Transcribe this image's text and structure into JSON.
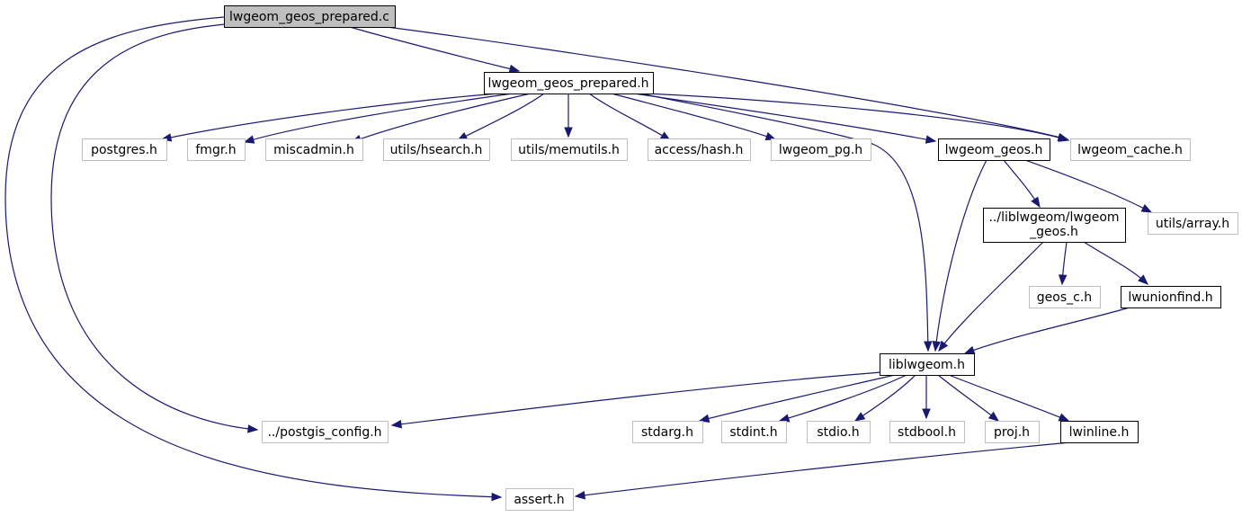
{
  "diagram": {
    "title": "",
    "colors": {
      "edge": "#191970",
      "root_fill": "#bfbfbf",
      "documented_border": "#000000",
      "undocumented_border": "#bfbfbf",
      "background": "#ffffff"
    },
    "nodes": [
      {
        "id": "root",
        "label": "lwgeom_geos_prepared.c",
        "kind": "root"
      },
      {
        "id": "prep_h",
        "label": "lwgeom_geos_prepared.h",
        "kind": "documented"
      },
      {
        "id": "postgres",
        "label": "postgres.h",
        "kind": "external"
      },
      {
        "id": "fmgr",
        "label": "fmgr.h",
        "kind": "external"
      },
      {
        "id": "miscadmin",
        "label": "miscadmin.h",
        "kind": "external"
      },
      {
        "id": "hsearch",
        "label": "utils/hsearch.h",
        "kind": "external"
      },
      {
        "id": "memutils",
        "label": "utils/memutils.h",
        "kind": "external"
      },
      {
        "id": "hash",
        "label": "access/hash.h",
        "kind": "external"
      },
      {
        "id": "pg",
        "label": "lwgeom_pg.h",
        "kind": "external"
      },
      {
        "id": "geos",
        "label": "lwgeom_geos.h",
        "kind": "documented"
      },
      {
        "id": "cache",
        "label": "lwgeom_cache.h",
        "kind": "external"
      },
      {
        "id": "libgeos",
        "label": "../liblwgeom/lwgeom_geos.h",
        "kind": "documented",
        "lines": [
          "../liblwgeom/lwgeom",
          "_geos.h"
        ]
      },
      {
        "id": "array",
        "label": "utils/array.h",
        "kind": "external"
      },
      {
        "id": "geosc",
        "label": "geos_c.h",
        "kind": "external"
      },
      {
        "id": "unionfind",
        "label": "lwunionfind.h",
        "kind": "documented"
      },
      {
        "id": "liblwgeom",
        "label": "liblwgeom.h",
        "kind": "documented"
      },
      {
        "id": "config",
        "label": "../postgis_config.h",
        "kind": "external"
      },
      {
        "id": "stdarg",
        "label": "stdarg.h",
        "kind": "external"
      },
      {
        "id": "stdint",
        "label": "stdint.h",
        "kind": "external"
      },
      {
        "id": "stdio",
        "label": "stdio.h",
        "kind": "external"
      },
      {
        "id": "stdbool",
        "label": "stdbool.h",
        "kind": "external"
      },
      {
        "id": "proj",
        "label": "proj.h",
        "kind": "external"
      },
      {
        "id": "lwinline",
        "label": "lwinline.h",
        "kind": "documented"
      },
      {
        "id": "assert",
        "label": "assert.h",
        "kind": "external"
      }
    ],
    "edges": [
      {
        "from": "root",
        "to": "prep_h"
      },
      {
        "from": "root",
        "to": "cache"
      },
      {
        "from": "root",
        "to": "config"
      },
      {
        "from": "root",
        "to": "assert"
      },
      {
        "from": "prep_h",
        "to": "postgres"
      },
      {
        "from": "prep_h",
        "to": "fmgr"
      },
      {
        "from": "prep_h",
        "to": "miscadmin"
      },
      {
        "from": "prep_h",
        "to": "hsearch"
      },
      {
        "from": "prep_h",
        "to": "memutils"
      },
      {
        "from": "prep_h",
        "to": "hash"
      },
      {
        "from": "prep_h",
        "to": "pg"
      },
      {
        "from": "prep_h",
        "to": "geos"
      },
      {
        "from": "prep_h",
        "to": "cache"
      },
      {
        "from": "prep_h",
        "to": "liblwgeom"
      },
      {
        "from": "geos",
        "to": "libgeos"
      },
      {
        "from": "geos",
        "to": "array"
      },
      {
        "from": "geos",
        "to": "liblwgeom"
      },
      {
        "from": "libgeos",
        "to": "geosc"
      },
      {
        "from": "libgeos",
        "to": "unionfind"
      },
      {
        "from": "libgeos",
        "to": "liblwgeom"
      },
      {
        "from": "unionfind",
        "to": "liblwgeom"
      },
      {
        "from": "liblwgeom",
        "to": "config"
      },
      {
        "from": "liblwgeom",
        "to": "stdarg"
      },
      {
        "from": "liblwgeom",
        "to": "stdint"
      },
      {
        "from": "liblwgeom",
        "to": "stdio"
      },
      {
        "from": "liblwgeom",
        "to": "stdbool"
      },
      {
        "from": "liblwgeom",
        "to": "proj"
      },
      {
        "from": "liblwgeom",
        "to": "lwinline"
      },
      {
        "from": "lwinline",
        "to": "assert"
      }
    ]
  }
}
